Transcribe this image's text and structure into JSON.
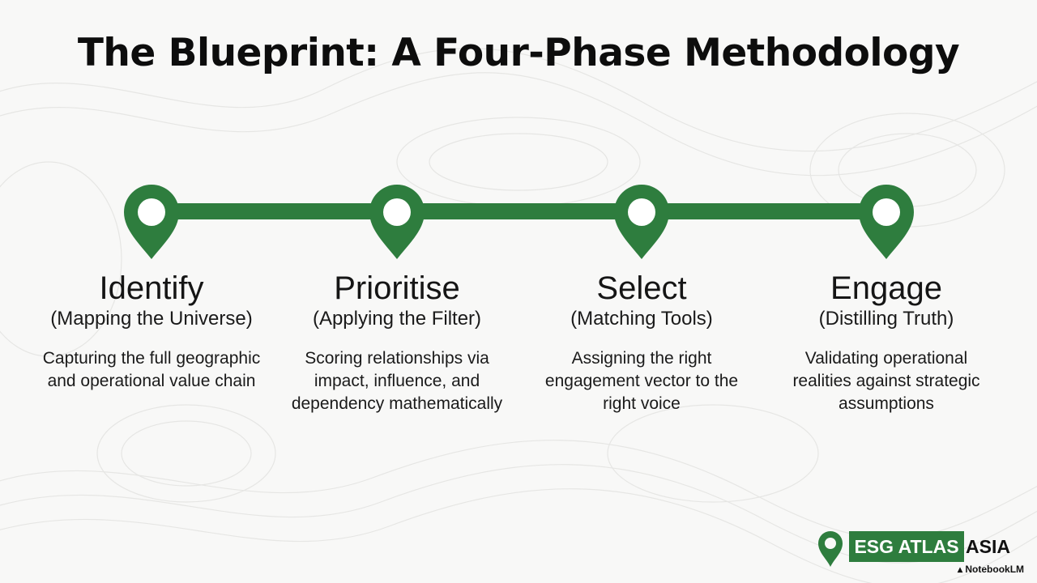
{
  "title": "The Blueprint: A Four-Phase Methodology",
  "accent_color": "#2e7d3e",
  "phases": [
    {
      "name": "Identify",
      "subtitle": "(Mapping the Universe)",
      "description": "Capturing the full geographic and operational value chain"
    },
    {
      "name": "Prioritise",
      "subtitle": "(Applying the Filter)",
      "description": "Scoring relationships via impact, influence, and dependency mathematically"
    },
    {
      "name": "Select",
      "subtitle": "(Matching Tools)",
      "description": "Assigning the right engagement vector to the right voice"
    },
    {
      "name": "Engage",
      "subtitle": "(Distilling Truth)",
      "description": "Validating operational realities against strategic assumptions"
    }
  ],
  "logo": {
    "brand": "ESG ATLAS",
    "suffix": "ASIA",
    "icon": "map-pin-icon"
  },
  "watermark": "NotebookLM"
}
